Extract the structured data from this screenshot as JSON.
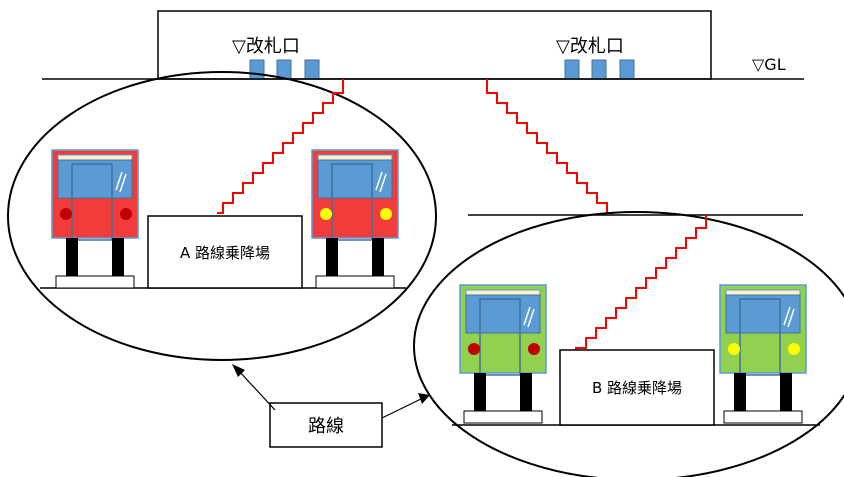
{
  "diagram": {
    "gate_label_left": "▽改札口",
    "gate_label_right": "▽改札口",
    "ground_label": "▽GL",
    "platform_a_label": "A 路線乗降場",
    "platform_b_label": "B 路線乗降場",
    "route_label": "路線"
  },
  "colors": {
    "red_train": "#f23c3c",
    "green_train": "#92d050",
    "train_window": "#5b9bd5",
    "train_top_stripe": "#fff2cc",
    "stairs": "#ff0000",
    "gate_blue": "#5b9bd5",
    "dark_legs": "#000000"
  }
}
